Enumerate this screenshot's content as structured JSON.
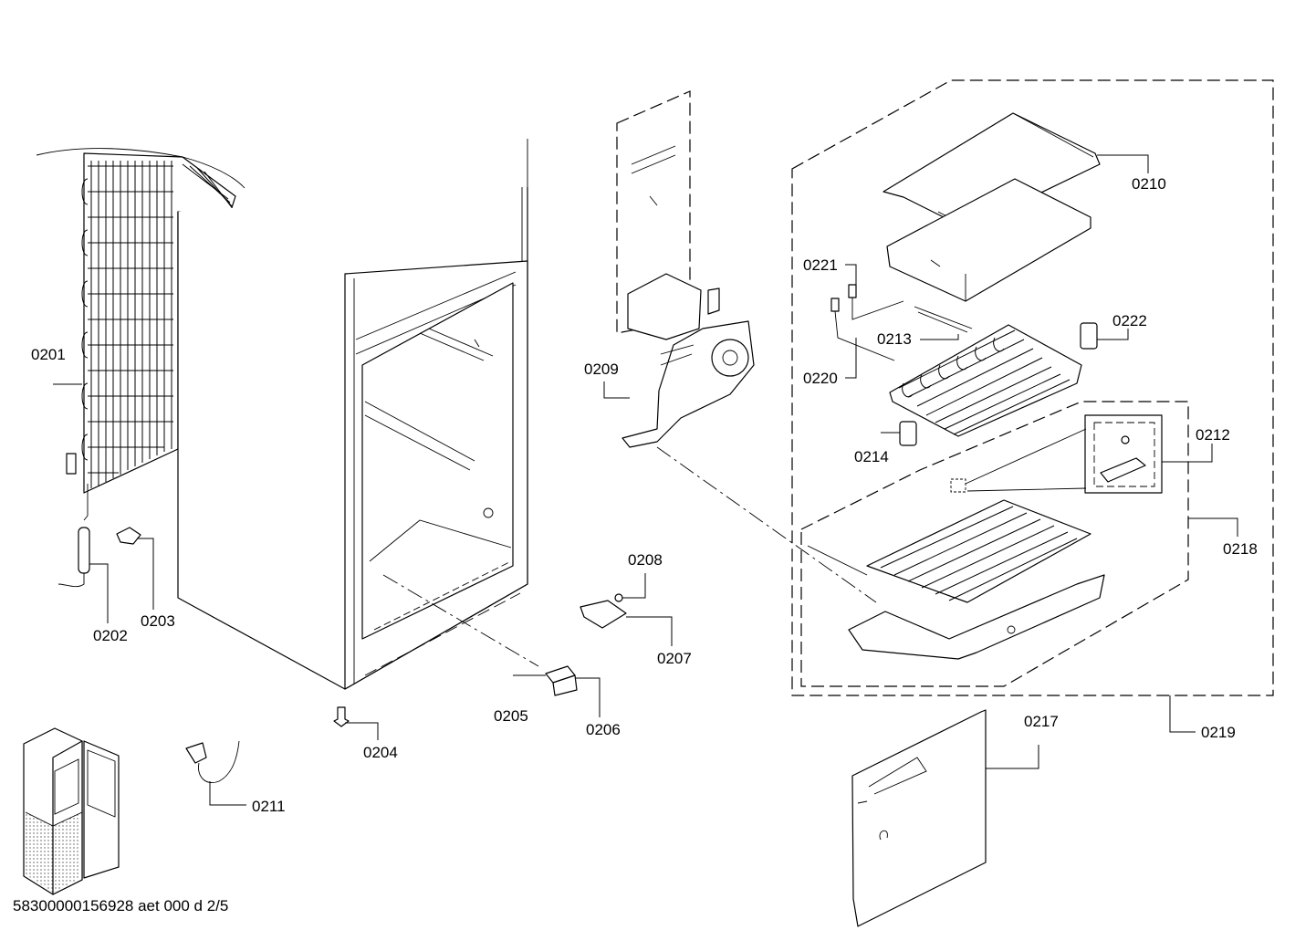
{
  "labels": {
    "p0201": "0201",
    "p0202": "0202",
    "p0203": "0203",
    "p0204": "0204",
    "p0205": "0205",
    "p0206": "0206",
    "p0207": "0207",
    "p0208": "0208",
    "p0209": "0209",
    "p0210": "0210",
    "p0211": "0211",
    "p0212": "0212",
    "p0213": "0213",
    "p0214": "0214",
    "p0217": "0217",
    "p0218": "0218",
    "p0219": "0219",
    "p0220": "0220",
    "p0221": "0221",
    "p0222": "0222"
  },
  "footer": {
    "doc_id": "58300000156928 aet 000 d 2/5"
  }
}
